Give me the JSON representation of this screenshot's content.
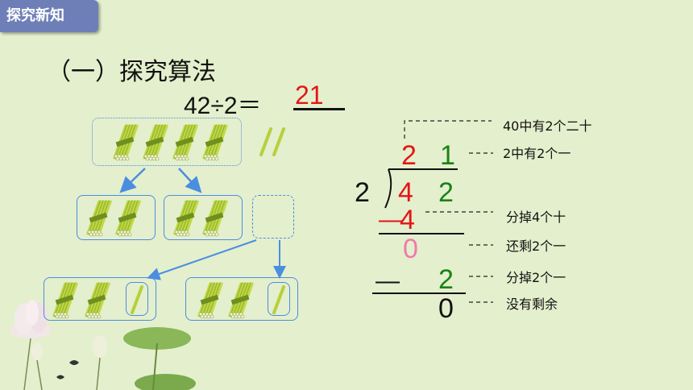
{
  "section_tag": "探究新知",
  "heading": "（一）探究算法",
  "equation": {
    "left": "42÷2＝",
    "answer": "21"
  },
  "division": {
    "divisor": "2",
    "quotient": [
      "2",
      "1"
    ],
    "dividend": [
      "4",
      "2"
    ],
    "step1_minus": "—",
    "step1_sub": "4",
    "remainder1": "0",
    "step2_minus": "—",
    "step2_sub": "2",
    "final_remainder": "0"
  },
  "notes": {
    "tens": "40中有2个二十",
    "ones": "2中有2个一",
    "take_tens": "分掉4个十",
    "left": "还剩2个一",
    "take_ones": "分掉2个一",
    "none_left": "没有剩余"
  },
  "colors": {
    "background": "#e4efcd",
    "tag": "#6e7fb8",
    "box": "#4a8ee0",
    "quotient_tens": "#e41616",
    "ones": "#178317",
    "remainder": "#f07aa8"
  },
  "icons": [
    "bundle-of-ten-sticks-icon",
    "single-stick-icon",
    "lotus-flower-icon",
    "lotus-leaf-icon"
  ]
}
